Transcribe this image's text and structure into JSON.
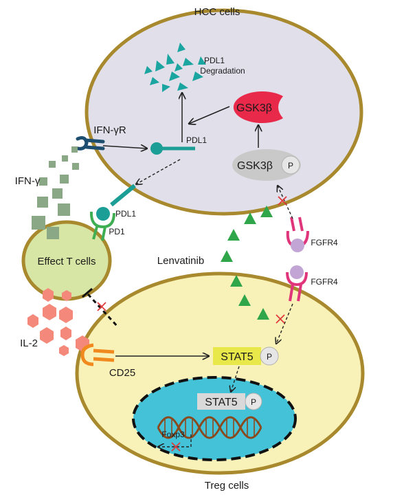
{
  "labels": {
    "hcc_cells": "HCC cells",
    "treg_cells": "Treg cells",
    "effect_t_cells": "Effect T cells",
    "pdl1_degradation_line1": "PDL1",
    "pdl1_degradation_line2": "Degradation",
    "gsk3b_active": "GSK3β",
    "gsk3b_inactive": "GSK3β",
    "phospho_p": "P",
    "pdl1_hcc": "PDL1",
    "ifn_gamma_r": "IFN-γR",
    "ifn_gamma": "IFN-γ",
    "pdl1_t": "PDL1",
    "pd1": "PD1",
    "lenvatinib": "Lenvatinib",
    "fgfr4_hcc": "FGFR4",
    "fgfr4_treg": "FGFR4",
    "il2": "IL-2",
    "cd25": "CD25",
    "stat5_cyto": "STAT5",
    "stat5_nuc": "STAT5",
    "foxp3": "Foxp3"
  },
  "colors": {
    "cell_border": "#a8892e",
    "hcc_fill": "#e1dfea",
    "treg_fill": "#f9f2b8",
    "effect_t_fill": "#d7e6a4",
    "nucleus_fill": "#43c2d8",
    "teal": "#1a9e95",
    "lenvatinib_green": "#2fa64a",
    "gsk3b_red": "#e8294a",
    "stat5_yellow": "#e8e84a",
    "fgfr4_pink": "#e0357a",
    "salmon": "#f4897b",
    "ifn_green": "#8aa886",
    "inhibit_red": "#e03a3a"
  }
}
